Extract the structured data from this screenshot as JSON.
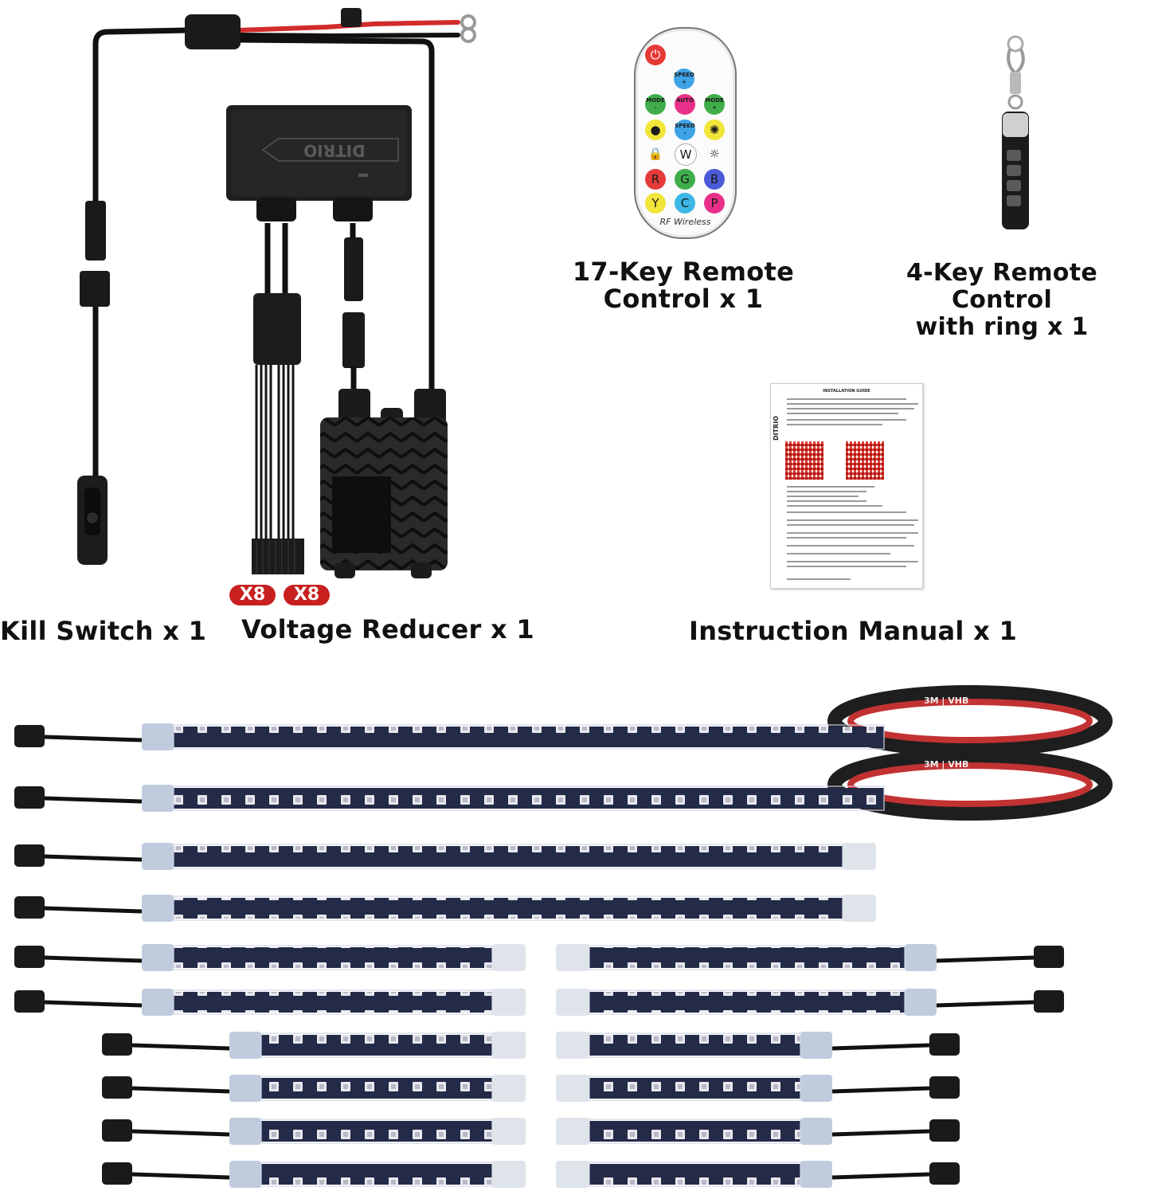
{
  "captions": {
    "remote17": [
      "17-Key Remote",
      "Control x 1"
    ],
    "remote4": [
      "4-Key Remote Control",
      "with ring x 1"
    ],
    "kill_switch": "Kill Switch x 1",
    "voltage_reducer": "Voltage Reducer x 1",
    "manual": "Instruction Manual x 1"
  },
  "badges": [
    "X8",
    "X8"
  ],
  "controller_logo": "DITRIO",
  "remote17": {
    "keys": [
      {
        "label": "SPEED +",
        "color": "#3da3e6"
      },
      {
        "label": "MODE -",
        "color": "#3fae4a"
      },
      {
        "label": "AUTO",
        "color": "#e8308a"
      },
      {
        "label": "MODE +",
        "color": "#3fae4a"
      },
      {
        "label": "SPEED -",
        "color": "#3da3e6"
      },
      {
        "label": "W",
        "color": "#ffffff"
      },
      {
        "label": "R",
        "color": "#e63a3a"
      },
      {
        "label": "G",
        "color": "#3fae4a"
      },
      {
        "label": "B",
        "color": "#4b5ad6"
      },
      {
        "label": "Y",
        "color": "#f1e53a"
      },
      {
        "label": "C",
        "color": "#3db7e6"
      },
      {
        "label": "P",
        "color": "#e8308a"
      }
    ],
    "power_color": "#e53935",
    "footer": "RF Wireless"
  },
  "manual": {
    "title": "INSTALLATION GUIDE",
    "brand": "DITRIO"
  },
  "strip_tape_label": "3M | VHB",
  "colors": {
    "badge": "#c8201f",
    "cable": "#111111",
    "red_wire": "#d22b2b",
    "strip": "#232b48",
    "led_orange": "#d97a2b",
    "caption": "#111111"
  }
}
